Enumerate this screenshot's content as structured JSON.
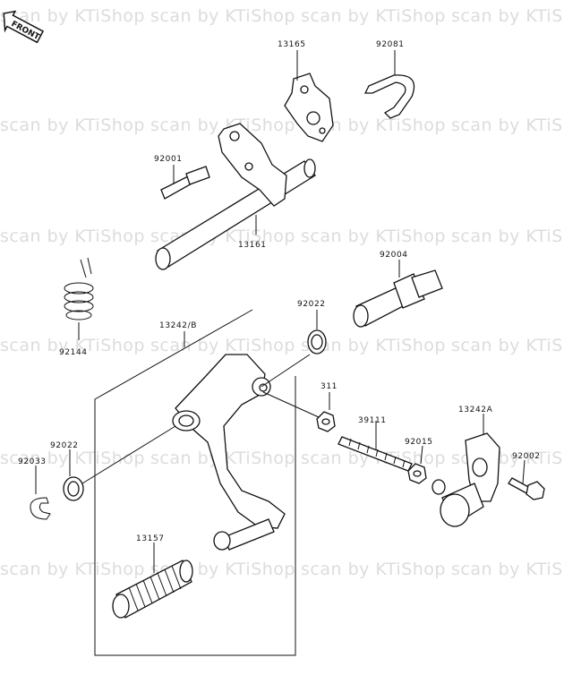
{
  "front_label": "FRONT",
  "watermark": "scan by KTiShop",
  "parts": {
    "p13165": "13165",
    "p92081": "92081",
    "p92001": "92001",
    "p13161": "13161",
    "p92004": "92004",
    "p92144": "92144",
    "p13242b": "13242/B",
    "p92022a": "92022",
    "p311": "311",
    "p39111": "39111",
    "p13242a": "13242A",
    "p92015": "92015",
    "p92002": "92002",
    "p92022b": "92022",
    "p92033": "92033",
    "p13157": "13157"
  }
}
